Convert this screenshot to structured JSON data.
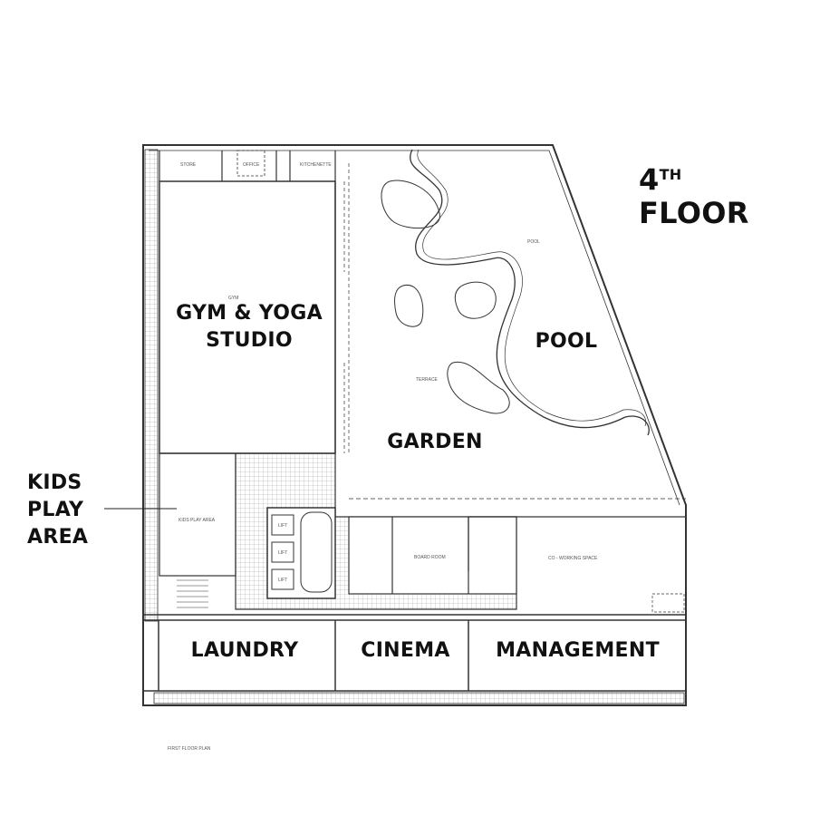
{
  "floor_title": {
    "number": "4",
    "superscript": "TH",
    "word": "FLOOR"
  },
  "zones": {
    "gym": "GYM & YOGA STUDIO",
    "pool": "POOL",
    "garden": "GARDEN",
    "kids": "KIDS PLAY AREA",
    "laundry": "LAUNDRY",
    "cinema": "CINEMA",
    "management": "MANAGEMENT"
  },
  "room_labels": {
    "store": "STORE",
    "office": "OFFICE",
    "kitchenette": "KITCHENETTE",
    "gym": "GYM",
    "pool": "POOL",
    "terrace": "TERRACE",
    "kids_play_area": "KIDS PLAY AREA",
    "lift": "LIFT",
    "board_room": "BOARD ROOM",
    "coworking": "CO - WORKING SPACE"
  },
  "plan_caption": "FIRST FLOOR PLAN",
  "colors": {
    "wall": "#333333",
    "text": "#111111"
  }
}
